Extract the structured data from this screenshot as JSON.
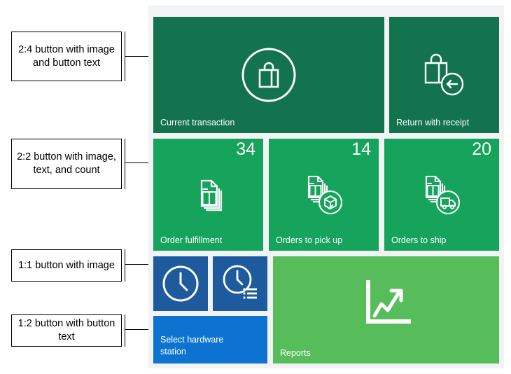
{
  "annotations": [
    {
      "id": "annot-2x4",
      "text": "2:4 button with image and button text",
      "lines": [
        "2:4 button with",
        "image and",
        "button text"
      ]
    },
    {
      "id": "annot-2x2",
      "text": "2:2 button with image, text, and count",
      "lines": [
        "2:2 button with",
        "image, text, and",
        "count"
      ]
    },
    {
      "id": "annot-1x1",
      "text": "1:1 button with image",
      "lines": [
        "1:1 button with",
        "image"
      ]
    },
    {
      "id": "annot-1x2",
      "text": "1:2 button with button text",
      "lines": [
        "1:2 button with",
        "button text"
      ]
    }
  ],
  "panel": {
    "background_color": "#f1f3f5",
    "tiles": [
      {
        "id": "current-transaction",
        "label": "Current transaction",
        "count": "",
        "size": "2:4",
        "color": "#13734f",
        "icon": "shopping-bag-circle-icon"
      },
      {
        "id": "return-with-receipt",
        "label": "Return with receipt",
        "count": "",
        "size": "2:2",
        "color": "#13734f",
        "icon": "shopping-bag-return-icon"
      },
      {
        "id": "order-fulfillment",
        "label": "Order fulfillment",
        "count": "34",
        "size": "2:2",
        "color": "#16a45c",
        "icon": "documents-stack-icon"
      },
      {
        "id": "orders-to-pick-up",
        "label": "Orders to pick up",
        "count": "14",
        "size": "2:2",
        "color": "#16a45c",
        "icon": "documents-package-icon"
      },
      {
        "id": "orders-to-ship",
        "label": "Orders to ship",
        "count": "20",
        "size": "2:2",
        "color": "#16a45c",
        "icon": "documents-truck-icon"
      },
      {
        "id": "time-clock",
        "label": "",
        "count": "",
        "size": "1:1",
        "color": "#1d5b9e",
        "icon": "clock-icon"
      },
      {
        "id": "time-clock-entries",
        "label": "",
        "count": "",
        "size": "1:1",
        "color": "#1d5b9e",
        "icon": "clock-list-icon"
      },
      {
        "id": "select-hardware-station",
        "label": "Select hardware\nstation",
        "count": "",
        "size": "1:2",
        "color": "#0c74d0",
        "icon": ""
      },
      {
        "id": "reports",
        "label": "Reports",
        "count": "",
        "size": "2:4",
        "color": "#57bd5b",
        "icon": "chart-growth-icon"
      }
    ]
  }
}
